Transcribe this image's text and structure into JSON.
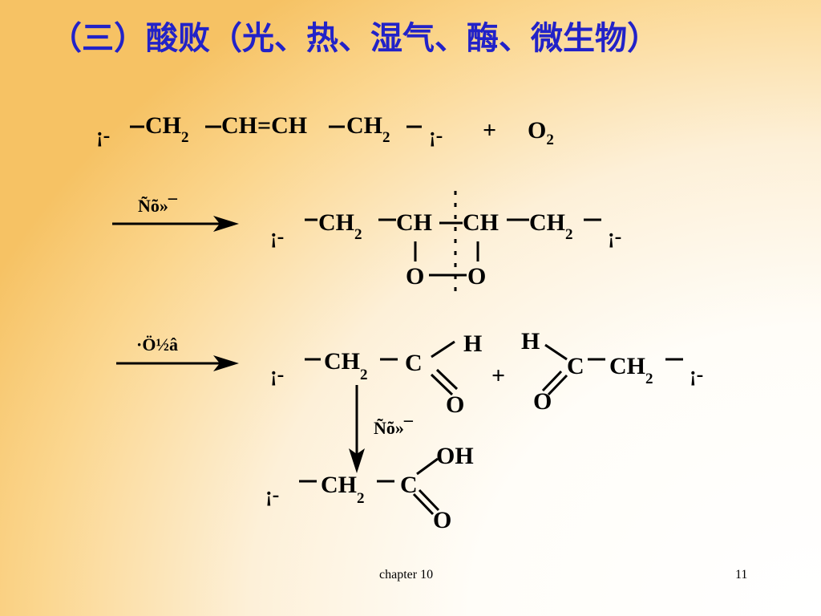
{
  "slide": {
    "title": "（三）酸败（光、热、湿气、酶、微生物）",
    "footer_chapter": "chapter 10",
    "page_number": "11"
  },
  "reaction": {
    "chain_end": "¡-",
    "step1": {
      "ch": "CH",
      "ch_sub": "2",
      "middle": "CH=CH",
      "plus": "+",
      "o": "O",
      "o_sub": "2"
    },
    "arrow1_label": "Ñõ»¯",
    "step2": {
      "ch2": "CH",
      "sub": "2",
      "ch": "CH",
      "o": "O"
    },
    "arrow2_label": "·Ö½â",
    "step3": {
      "ch": "CH",
      "sub": "2",
      "c": "C",
      "h": "H",
      "o": "O",
      "plus": "+"
    },
    "arrow3_label": "Ñõ»¯",
    "step4": {
      "ch": "CH",
      "sub": "2",
      "c": "C",
      "oh": "OH",
      "o": "O"
    }
  },
  "colors": {
    "title": "#2222c8",
    "text": "#000000"
  }
}
